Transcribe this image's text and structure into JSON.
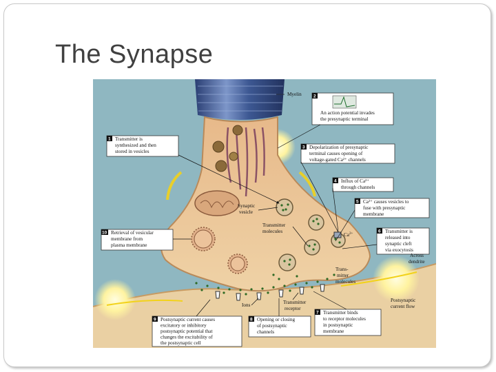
{
  "slide": {
    "title": "The Synapse"
  },
  "diagram": {
    "labels": {
      "myelin": "Myelin",
      "synaptic_vesicle": [
        "Synaptic",
        "vesicle"
      ],
      "transmitter_molecules": [
        "Transmitter",
        "molecules"
      ],
      "ca": "Ca",
      "ca_sup": "2+",
      "transmitter_molecules_2": [
        "Trans-",
        "mitter",
        "molecules"
      ],
      "ions": "Ions",
      "transmitter_receptor": [
        "Transmitter",
        "receptor"
      ],
      "across_dendrite": [
        "Across",
        "dendrite"
      ],
      "postsynaptic_current_flow": [
        "Postsynaptic",
        "current flow"
      ]
    },
    "steps": [
      {
        "num": "1",
        "lines": [
          "Transmitter is",
          "synthesized and then",
          "stored in vesicles"
        ]
      },
      {
        "num": "2",
        "lines": [
          "An action potential invades",
          "the presynaptic terminal"
        ]
      },
      {
        "num": "3",
        "lines": [
          "Depolarization of presynaptic",
          "terminal causes opening of",
          "voltage-gated Ca²⁺ channels"
        ]
      },
      {
        "num": "4",
        "lines": [
          "Influx of Ca²⁺",
          "through channels"
        ]
      },
      {
        "num": "5",
        "lines": [
          "Ca²⁺ causes vesicles to",
          "fuse with presynaptic",
          "membrane"
        ]
      },
      {
        "num": "6",
        "lines": [
          "Transmitter is",
          "released into",
          "synaptic cleft",
          "via exocytosis"
        ]
      },
      {
        "num": "7",
        "lines": [
          "Transmitter binds",
          "to receptor molecules",
          "in postsynaptic",
          "membrane"
        ]
      },
      {
        "num": "8",
        "lines": [
          "Opening or closing",
          "of postsynaptic",
          "channels"
        ]
      },
      {
        "num": "9",
        "lines": [
          "Postsynaptic current causes",
          "excitatory or inhibitory",
          "postsynaptic potential that",
          "changes the excitability of",
          "the postsynaptic cell"
        ]
      },
      {
        "num": "10",
        "lines": [
          "Retrieval of vesicular",
          "membrane from",
          "plasma membrane"
        ]
      }
    ],
    "colors": {
      "background": "#8fb7c1",
      "terminal": "#e6c192",
      "postsynaptic": "#ead0a3",
      "myelin": "#3f5a93",
      "vesicle": "#d9b8a0",
      "dots": "#3c6b2c",
      "glow": "#fff6b0"
    }
  }
}
